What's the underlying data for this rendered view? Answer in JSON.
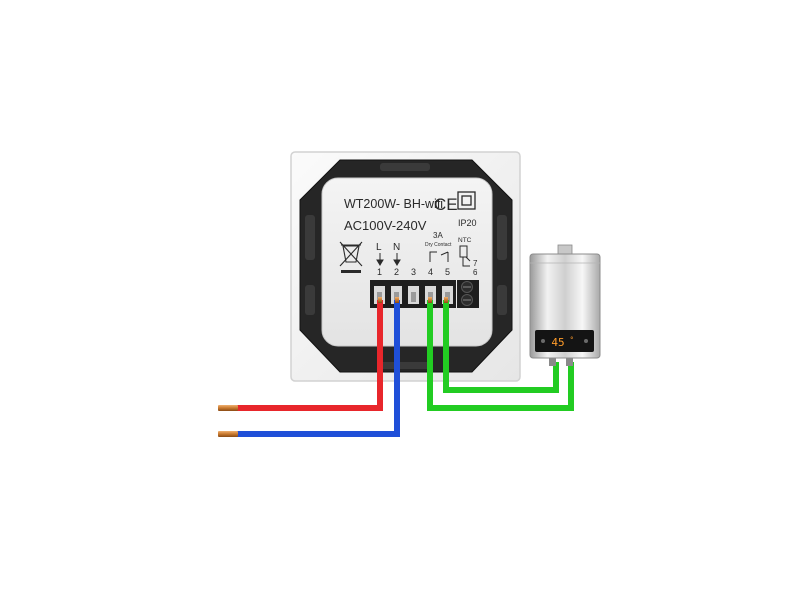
{
  "thermostat": {
    "model": "WT200W- BH-wifi",
    "ce_mark": "CE",
    "voltage": "AC100V-240V",
    "ip_rating": "IP20",
    "live_label": "L",
    "neutral_label": "N",
    "relay_rating": "3A",
    "relay_type": "Dry Contact",
    "ntc_label": "NTC",
    "terminals": [
      "1",
      "2",
      "3",
      "4",
      "5"
    ],
    "ntc_terminals": [
      "7",
      "6"
    ]
  },
  "boiler": {
    "display": "45",
    "display_unit": "°"
  },
  "colors": {
    "live_wire": "#e8262b",
    "neutral_wire": "#1f4fd8",
    "dry_contact_wire": "#22cc22",
    "copper": "#c8792e"
  }
}
